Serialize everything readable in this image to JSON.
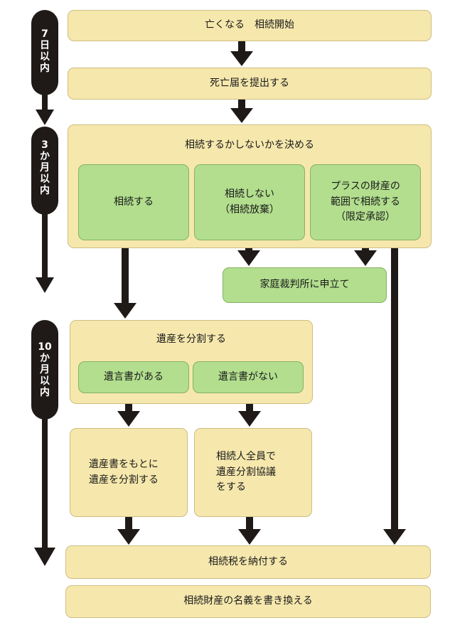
{
  "timeline": {
    "period_7days": "7\n日\n以\n内",
    "period_3months": "3\nか\n月\n以\n内",
    "period_10months": "10\nか\n月\n以\n内"
  },
  "steps": {
    "death_start": "亡くなる　相続開始",
    "submit_death_notice": "死亡届を提出する",
    "decide_inheritance": "相続するかしないかを決める",
    "inherit": "相続する",
    "not_inherit": "相続しない\n（相続放棄）",
    "limited_approval": "プラスの財産の\n範囲で相続する\n（限定承認）",
    "family_court": "家庭裁判所に申立て",
    "divide_estate": "遺産を分割する",
    "will_exists": "遺言書がある",
    "no_will": "遺言書がない",
    "divide_by_will": "遺産書をもとに\n遺産を分割する",
    "heirs_agreement": "相続人全員で\n遺産分割協議\nをする",
    "pay_tax": "相続税を納付する",
    "transfer_title": "相続財産の名義を書き換える"
  }
}
